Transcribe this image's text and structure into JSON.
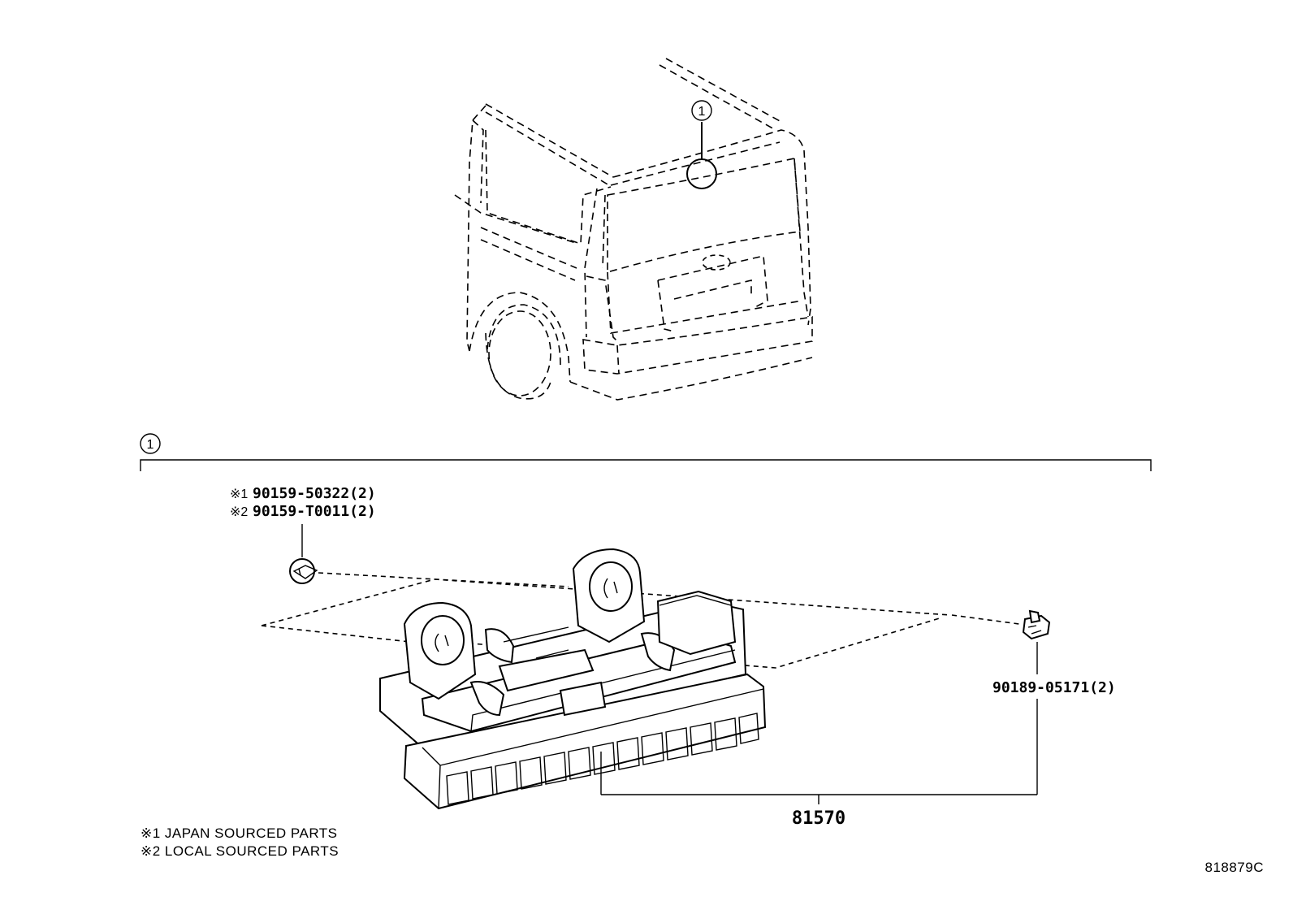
{
  "callouts": {
    "vehicle_ref": "1",
    "group_ref": "1"
  },
  "parts": {
    "clip_part_1": "90159-50322(2)",
    "clip_part_1_mark": "※1",
    "clip_part_2": "90159-T0011(2)",
    "clip_part_2_mark": "※2",
    "screw_part": "90189-05171(2)",
    "lamp_assembly": "81570"
  },
  "notes": {
    "note_1": "※1 JAPAN SOURCED PARTS",
    "note_2": "※2 LOCAL SOURCED PARTS"
  },
  "diagram_id": "818879C"
}
